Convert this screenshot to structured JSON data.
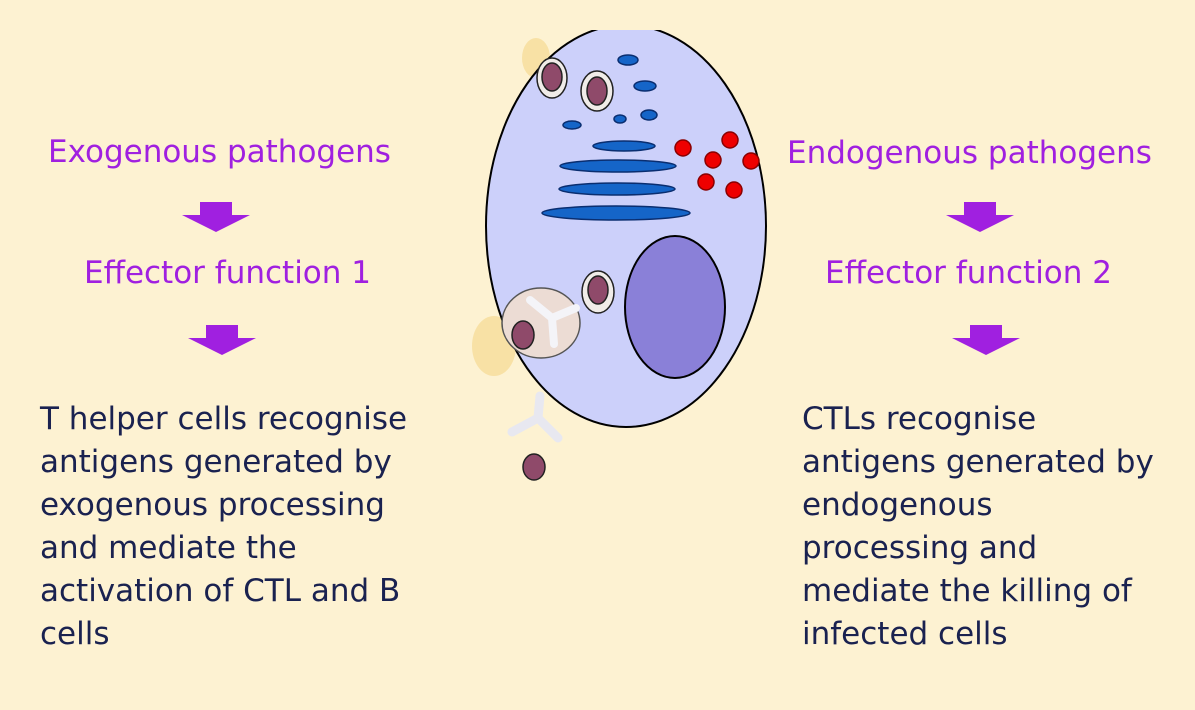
{
  "left": {
    "pathogen": "Exogenous pathogens",
    "effector": "Effector function 1",
    "description_lines": [
      "T helper cells recognise",
      "antigens generated by",
      "exogenous processing",
      "and mediate the",
      "activation of CTL and B",
      "cells"
    ]
  },
  "right": {
    "pathogen": "Endogenous pathogens",
    "effector": "Effector function 2",
    "description_lines": [
      "CTLs recognise",
      "antigens generated by",
      "endogenous",
      "processing and",
      "mediate the killing of",
      "infected cells"
    ]
  },
  "colors": {
    "background": "#fdf2d2",
    "label_text": "#a020e0",
    "arrow": "#a020e0",
    "body_text": "#1a2250",
    "cell_fill": "#ccd0fa",
    "nucleus": "#8a80d8",
    "er": "#1565c8",
    "pathogen_red": "#ee0000",
    "vesicle_pathogen": "#8f4a6a",
    "antibody": "#e8e8f0"
  }
}
